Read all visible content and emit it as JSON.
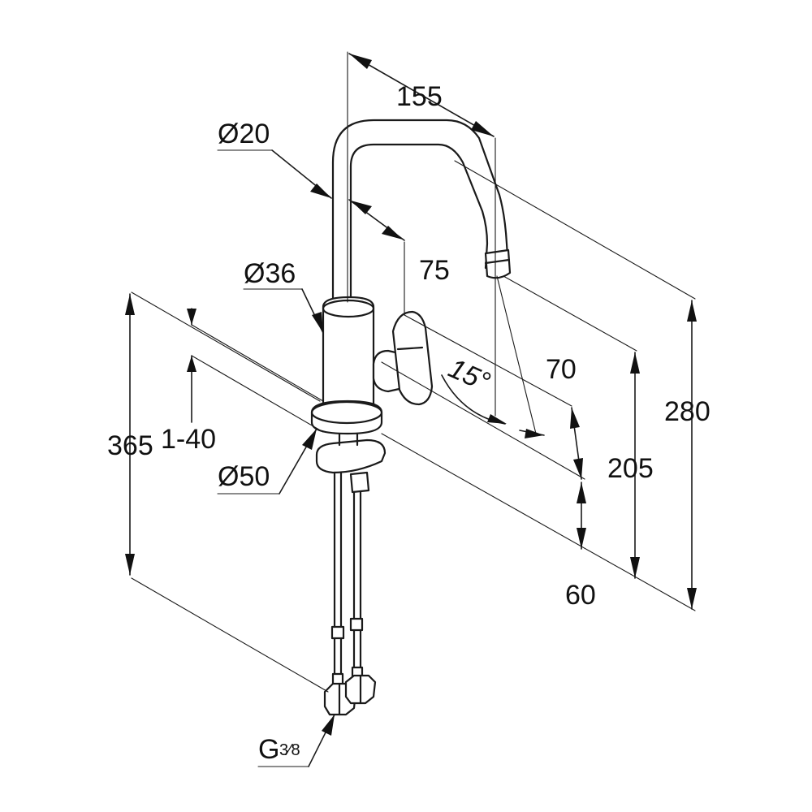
{
  "dimensions": {
    "reach": "155",
    "pipe_diameter": "Ø20",
    "spout_offset": "75",
    "body_diameter": "Ø36",
    "angle": "15°",
    "lever_height": "70",
    "total_height": "280",
    "outlet_height": "205",
    "total_length": "365",
    "counter_thickness": "1-40",
    "base_diameter": "Ø50",
    "base_height": "60",
    "connection_thread_main": "G",
    "connection_thread_fraction": "3⁄8"
  }
}
